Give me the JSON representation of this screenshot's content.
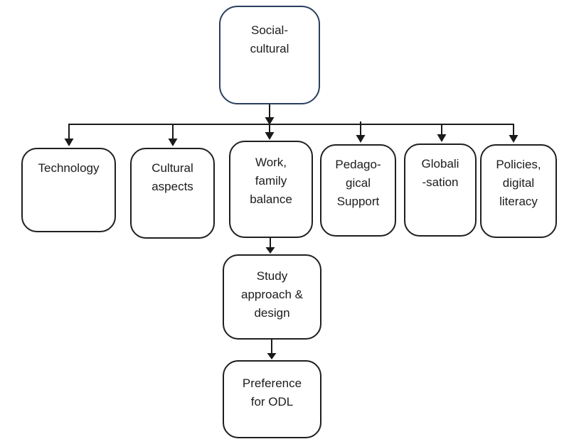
{
  "diagram": {
    "root": {
      "id": "social-cultural",
      "lines": [
        "Social-",
        "cultural"
      ]
    },
    "factors": [
      {
        "id": "technology",
        "lines": [
          "Technology"
        ]
      },
      {
        "id": "cultural-aspects",
        "lines": [
          "Cultural",
          "aspects"
        ]
      },
      {
        "id": "work-family-balance",
        "lines": [
          "Work,",
          "family",
          "balance"
        ]
      },
      {
        "id": "pedagogical-support",
        "lines": [
          "Pedago-",
          "gical",
          "Support"
        ]
      },
      {
        "id": "globalisation",
        "lines": [
          "Globali",
          "-sation"
        ]
      },
      {
        "id": "policies-digital-literacy",
        "lines": [
          "Policies,",
          "digital",
          "literacy"
        ]
      }
    ],
    "chain": [
      {
        "id": "study-approach-design",
        "lines": [
          "Study",
          "approach &",
          "design"
        ]
      },
      {
        "id": "preference-for-odl",
        "lines": [
          "Preference",
          "for ODL"
        ]
      }
    ],
    "colors": {
      "root_border": "#2a3f5f",
      "node_border": "#1f1f1f",
      "connector": "#1a1a1a",
      "background": "#ffffff"
    }
  }
}
